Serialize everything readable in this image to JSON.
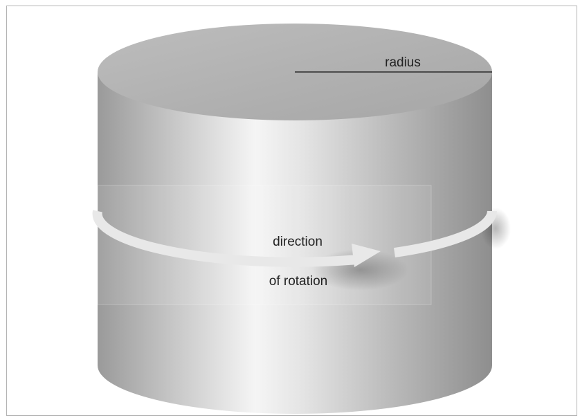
{
  "labels": {
    "radius": "radius",
    "direction_line1": "direction",
    "direction_line2": "of rotation"
  },
  "colors": {
    "frame": "#b3b3b3",
    "top_face": "#b0b0b0",
    "side_light": "#f4f4f4",
    "side_mid": "#c2c2c2",
    "side_dark": "#8c8c8c",
    "band": "#e6e6e6",
    "radius_line": "#111111",
    "text": "#222222"
  }
}
